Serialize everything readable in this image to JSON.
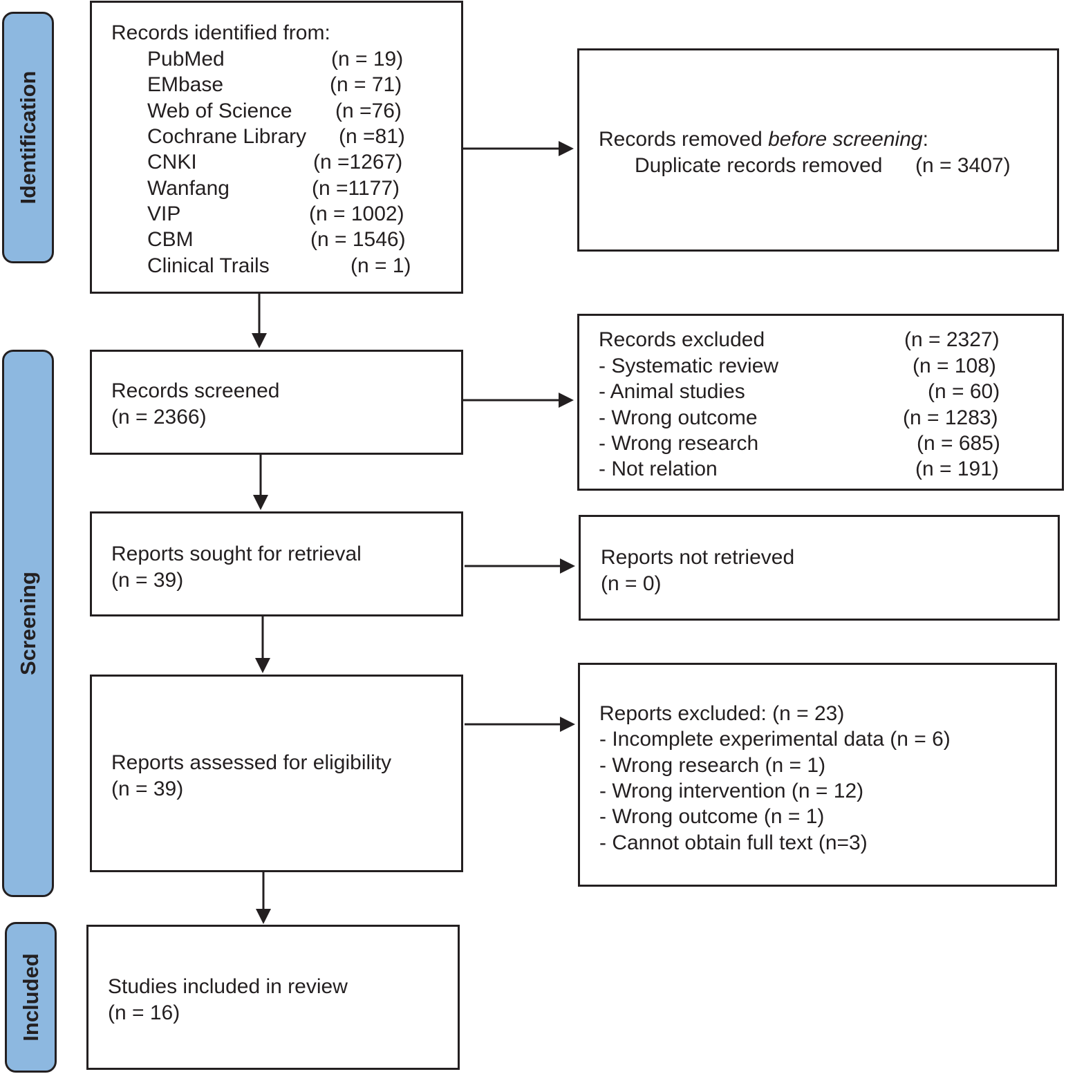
{
  "phases": {
    "identification": "Identification",
    "screening": "Screening",
    "included": "Included"
  },
  "identified": {
    "heading": "Records identified from:",
    "sources": [
      {
        "name": "PubMed",
        "count": "(n = 19)"
      },
      {
        "name": "EMbase",
        "count": "(n = 71)"
      },
      {
        "name": "Web of Science",
        "count": "(n =76)"
      },
      {
        "name": "Cochrane Library",
        "count": "(n =81)"
      },
      {
        "name": "CNKI",
        "count": "(n =1267)"
      },
      {
        "name": "Wanfang",
        "count": "(n =1177)"
      },
      {
        "name": "VIP",
        "count": "(n = 1002)"
      },
      {
        "name": "CBM",
        "count": "(n = 1546)"
      },
      {
        "name": "Clinical Trails",
        "count": "(n = 1)"
      }
    ]
  },
  "removed": {
    "heading_prefix": "Records removed ",
    "heading_italic": "before screening",
    "heading_suffix": ":",
    "item_label": "Duplicate records removed",
    "item_count": "(n = 3407)"
  },
  "screened": {
    "label": "Records screened",
    "count": "(n = 2366)"
  },
  "excluded": {
    "rows": [
      {
        "label": "Records excluded",
        "count": "(n = 2327)"
      },
      {
        "label": "- Systematic review",
        "count": "(n = 108)"
      },
      {
        "label": "- Animal studies",
        "count": "(n = 60)"
      },
      {
        "label": "- Wrong outcome",
        "count": "(n = 1283)"
      },
      {
        "label": "- Wrong research",
        "count": "(n = 685)"
      },
      {
        "label": "- Not relation",
        "count": "(n = 191)"
      }
    ]
  },
  "sought": {
    "label": "Reports sought for retrieval",
    "count": "(n = 39)"
  },
  "not_retrieved": {
    "label": "Reports not retrieved",
    "count": "(n = 0)"
  },
  "assessed": {
    "label": "Reports assessed for eligibility",
    "count": "(n = 39)"
  },
  "reports_excluded": {
    "lines": [
      "Reports excluded: (n = 23)",
      "- Incomplete experimental data (n = 6)",
      "- Wrong research (n = 1)",
      "- Wrong intervention (n = 12)",
      "- Wrong outcome (n = 1)",
      "- Cannot obtain full text (n=3)"
    ]
  },
  "included_box": {
    "label": "Studies included in review",
    "count": "(n = 16)"
  }
}
